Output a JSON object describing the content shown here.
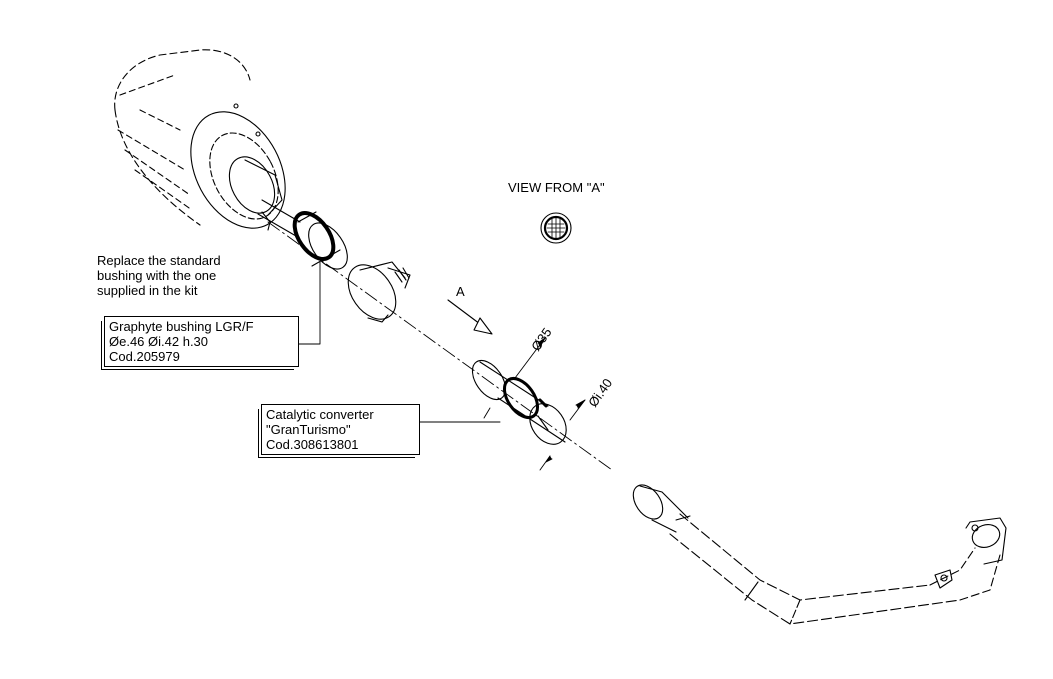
{
  "labels": {
    "view_from_a": "VIEW FROM \"A\"",
    "arrow_a": "A",
    "dim_d35": "Ø35",
    "dim_di40": "Øi.40"
  },
  "note": {
    "line1": "Replace the standard",
    "line2": "bushing with the one",
    "line3": "supplied in the kit"
  },
  "bushing_box": {
    "line1": "Graphyte bushing LGR/F",
    "line2": "Øe.46  Øi.42  h.30",
    "line3": "Cod.205979"
  },
  "catalytic_box": {
    "line1": "Catalytic converter",
    "line2": "\"GranTurismo\"",
    "line3": "Cod.308613801"
  }
}
